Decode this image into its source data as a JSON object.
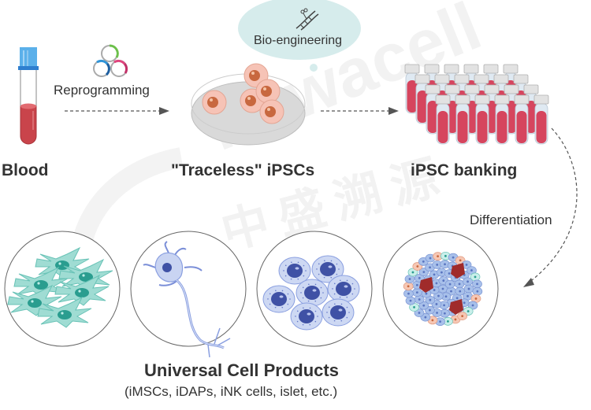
{
  "watermark": {
    "brand_latin": "nuwacell",
    "brand_cn": "中盛溯源"
  },
  "steps": {
    "blood": {
      "label": "Blood",
      "icon": "blood-tube-icon"
    },
    "reprogramming": {
      "label": "Reprogramming",
      "icon": "plasmid-rings-icon"
    },
    "ipscs": {
      "label": "\"Traceless\" iPSCs",
      "icon": "petri-dish-cells-icon"
    },
    "bioengineering": {
      "label": "Bio-engineering",
      "icon": "dna-scissors-icon"
    },
    "banking": {
      "label": "iPSC banking",
      "icon": "cryovial-rack-icon"
    },
    "differentiation": {
      "label": "Differentiation"
    }
  },
  "products": {
    "title": "Universal Cell Products",
    "subtitle": "(iMSCs, iDAPs, iNK cells, islet, etc.)",
    "circles": [
      {
        "name": "mscs",
        "icon": "mesenchymal-cells-icon",
        "color": "#7fcfc4"
      },
      {
        "name": "neuron",
        "icon": "neuron-icon",
        "color": "#8a9fe0"
      },
      {
        "name": "nk-cells",
        "icon": "nk-cells-icon",
        "color": "#3f51a5"
      },
      {
        "name": "islet",
        "icon": "islet-icon",
        "color": "#a8c0ea"
      }
    ]
  },
  "colors": {
    "text": "#333333",
    "blood": "#c9444b",
    "tube_cap": "#4ba3e3",
    "bubble": "#d6ecec",
    "cell_pink": "#f6c3b6",
    "cell_nucleus": "#c8683f",
    "vial_red": "#d6455e",
    "msc_teal": "#7fd3c8",
    "neuron_blue": "#c7d3f2",
    "nk_nucleus": "#3f51a5",
    "arrow": "#555555"
  }
}
